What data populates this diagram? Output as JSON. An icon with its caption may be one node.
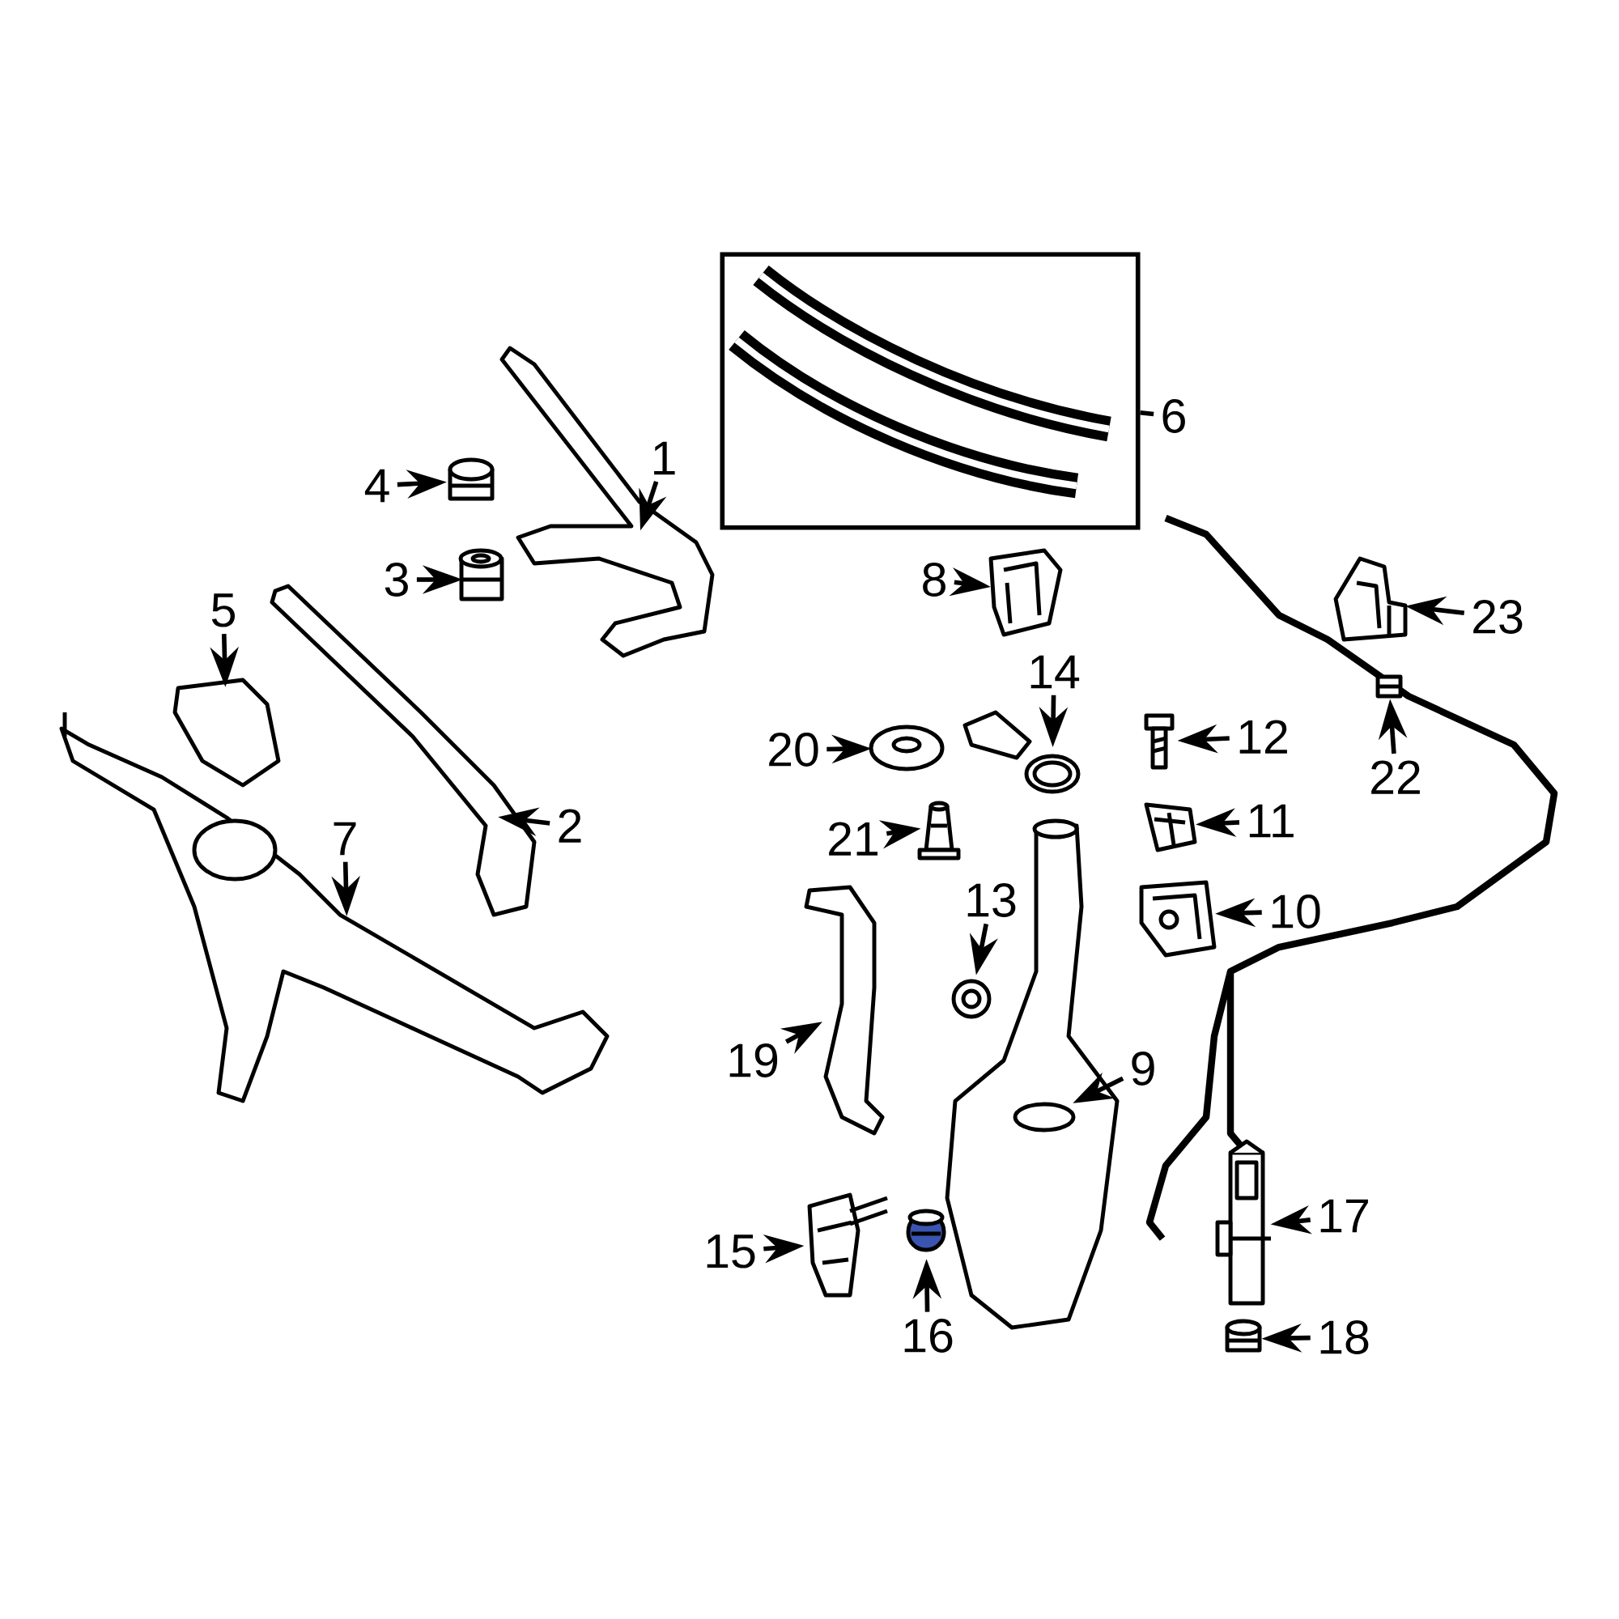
{
  "diagram": {
    "nodes": [
      {
        "text": [
          "1"
        ]
      },
      {
        "text": [
          "2"
        ]
      },
      {
        "text": [
          "3"
        ]
      },
      {
        "text": [
          "4"
        ]
      },
      {
        "text": [
          "5"
        ]
      },
      {
        "text": [
          "6"
        ]
      },
      {
        "text": [
          "7"
        ]
      },
      {
        "text": [
          "8"
        ]
      },
      {
        "text": [
          "9"
        ]
      },
      {
        "text": [
          "10"
        ]
      },
      {
        "text": [
          "11"
        ]
      },
      {
        "text": [
          "12"
        ]
      },
      {
        "text": [
          "13"
        ]
      },
      {
        "text": [
          "14"
        ]
      },
      {
        "text": [
          "15"
        ]
      },
      {
        "text": [
          "16"
        ]
      },
      {
        "text": [
          "17"
        ]
      },
      {
        "text": [
          "18"
        ]
      },
      {
        "text": [
          "19"
        ]
      },
      {
        "text": [
          "20"
        ]
      },
      {
        "text": [
          "21"
        ]
      },
      {
        "text": [
          "22"
        ]
      },
      {
        "text": [
          "23"
        ]
      },
      {
        "text": [],
        "shape": "picture"
      },
      {
        "text": [],
        "shape": "picture"
      },
      {
        "text": [],
        "shape": "picture"
      },
      {
        "text": [],
        "shape": "picture"
      },
      {
        "text": [],
        "shape": "picture"
      },
      {
        "text": [],
        "shape": "box"
      },
      {
        "text": [],
        "shape": "picture"
      },
      {
        "text": [],
        "shape": "picture"
      },
      {
        "text": [],
        "shape": "picture"
      },
      {
        "text": [],
        "shape": "picture"
      },
      {
        "text": [],
        "shape": "picture"
      },
      {
        "text": [],
        "shape": "picture"
      },
      {
        "text": [],
        "shape": "picture"
      },
      {
        "text": [],
        "shape": "picture"
      },
      {
        "text": [],
        "shape": "picture"
      },
      {
        "text": [],
        "shape": "picture"
      },
      {
        "text": [],
        "shape": "picture"
      },
      {
        "text": [],
        "shape": "picture"
      },
      {
        "text": [],
        "shape": "picture"
      },
      {
        "text": [],
        "shape": "picture"
      },
      {
        "text": [],
        "shape": "picture"
      },
      {
        "text": [],
        "shape": "picture"
      },
      {
        "text": [],
        "shape": "picture"
      }
    ],
    "edges": [
      {
        "from": 0,
        "to": 23,
        "arrow": "to"
      },
      {
        "from": 1,
        "to": 24,
        "arrow": "to"
      },
      {
        "from": 2,
        "to": 25,
        "arrow": "to"
      },
      {
        "from": 3,
        "to": 26,
        "arrow": "to"
      },
      {
        "from": 4,
        "to": 27,
        "arrow": "to"
      },
      {
        "from": 5,
        "to": 28,
        "arrow": "none"
      },
      {
        "from": 6,
        "to": 29,
        "arrow": "to"
      },
      {
        "from": 7,
        "to": 30,
        "arrow": "to"
      },
      {
        "from": 8,
        "to": 31,
        "arrow": "to"
      },
      {
        "from": 9,
        "to": 32,
        "arrow": "to"
      },
      {
        "from": 10,
        "to": 33,
        "arrow": "to"
      },
      {
        "from": 11,
        "to": 34,
        "arrow": "to"
      },
      {
        "from": 12,
        "to": 35,
        "arrow": "to"
      },
      {
        "from": 13,
        "to": 36,
        "arrow": "to"
      },
      {
        "from": 14,
        "to": 37,
        "arrow": "to"
      },
      {
        "from": 15,
        "to": 38,
        "arrow": "to"
      },
      {
        "from": 16,
        "to": 39,
        "arrow": "to"
      },
      {
        "from": 17,
        "to": 40,
        "arrow": "to"
      },
      {
        "from": 18,
        "to": 41,
        "arrow": "to"
      },
      {
        "from": 19,
        "to": 42,
        "arrow": "to"
      },
      {
        "from": 20,
        "to": 43,
        "arrow": "to"
      },
      {
        "from": 21,
        "to": 44,
        "arrow": "to"
      },
      {
        "from": 22,
        "to": 45,
        "arrow": "to"
      }
    ]
  }
}
